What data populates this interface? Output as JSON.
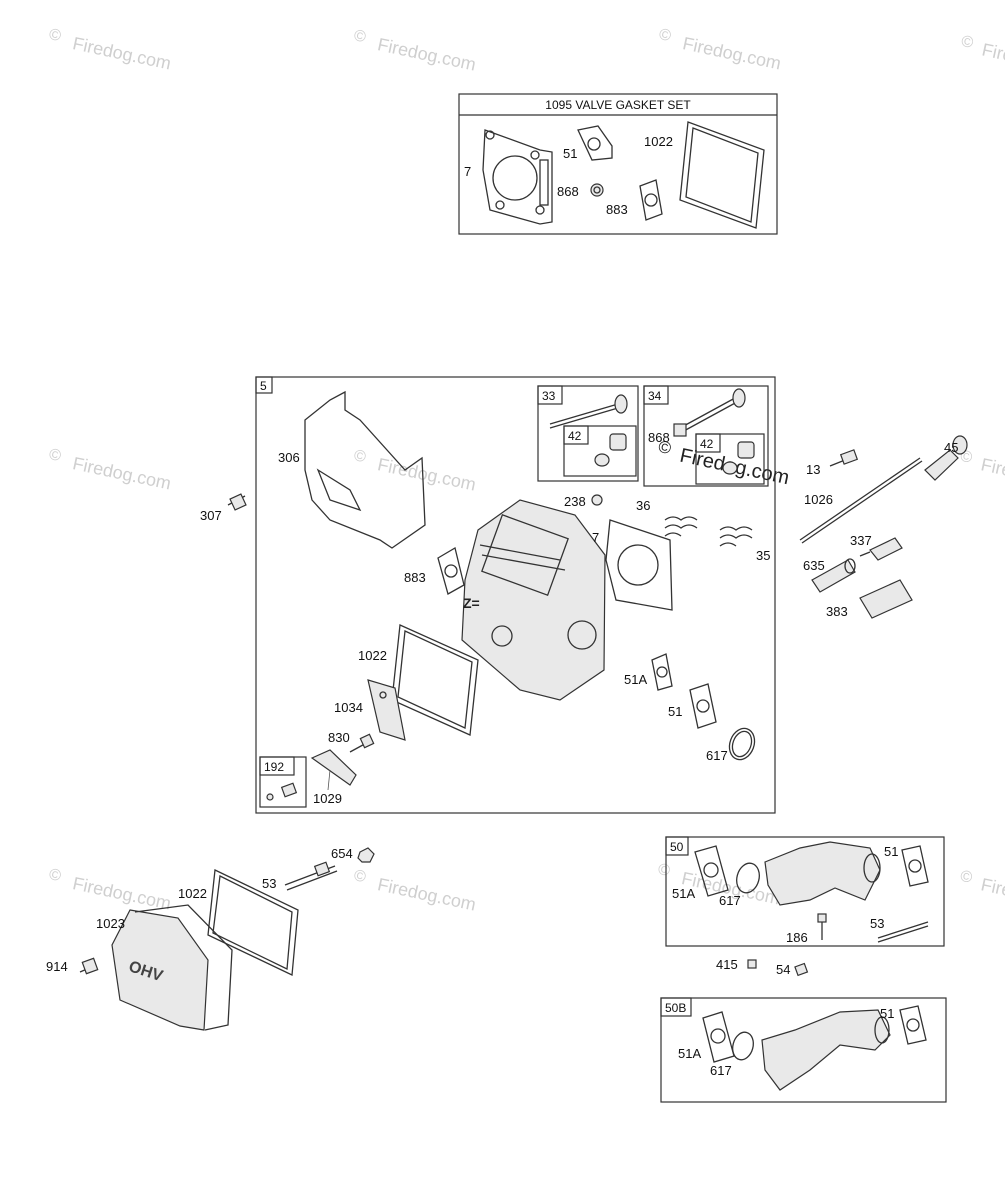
{
  "watermark": {
    "symbol": "©",
    "text": "Firedog.com"
  },
  "boxes": {
    "valve_gasket_set": {
      "title": "1095 VALVE GASKET SET"
    },
    "cylinder_head": {
      "title": "5"
    },
    "valve_33": {
      "title": "33"
    },
    "valve_34": {
      "title": "34"
    },
    "keeper_42a": {
      "title": "42"
    },
    "keeper_42b": {
      "title": "42"
    },
    "kit_192": {
      "title": "192"
    },
    "manifold_50": {
      "title": "50"
    },
    "manifold_50b": {
      "title": "50B"
    }
  },
  "labels": {
    "g_7": "7",
    "g_51": "51",
    "g_1022": "1022",
    "g_868": "868",
    "g_883": "883",
    "h_306": "306",
    "h_307": "307",
    "h_238": "238",
    "h_36": "36",
    "h_7": "7",
    "h_35": "35",
    "h_883": "883",
    "h_868": "868",
    "h_1022": "1022",
    "h_1034": "1034",
    "h_830": "830",
    "h_1029": "1029",
    "h_51A": "51A",
    "h_51": "51",
    "h_617": "617",
    "r_13": "13",
    "r_45": "45",
    "r_1026": "1026",
    "r_337": "337",
    "r_635": "635",
    "r_383": "383",
    "c_654": "654",
    "c_53": "53",
    "c_1022": "1022",
    "c_1023": "1023",
    "c_914": "914",
    "m_51A": "51A",
    "m_617": "617",
    "m_51": "51",
    "m_53": "53",
    "m_186": "186",
    "m_415": "415",
    "m_54": "54",
    "b_51A": "51A",
    "b_617": "617",
    "b_51": "51"
  },
  "cover_logo": "OHV"
}
